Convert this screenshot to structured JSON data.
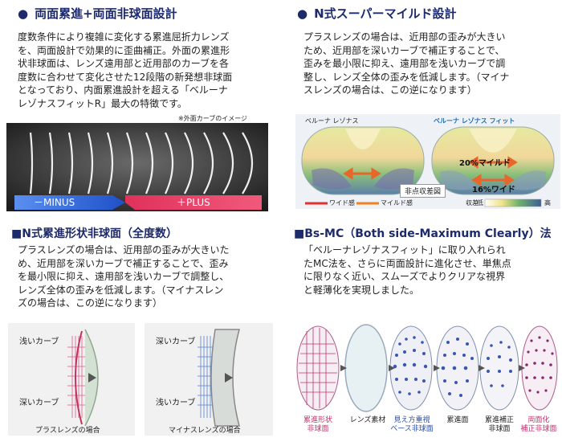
{
  "left_top": {
    "heading": "両面累進+両面非球面設計",
    "lines": [
      "度数条件により複雑に変化する累進屈折力レンズ",
      "を、両面設計で効果的に歪曲補正。外面の累進形",
      "状非球面は、レンズ遠用部と近用部のカーブを各",
      "度数に合わせて変化させた12段階の新発想非球面",
      "となっており、内面累進設計を超える「ベルーナ",
      "レゾナスフィットR」最大の特徴です。"
    ],
    "image_note": "※外面カーブのイメージ",
    "minus_label": "－MINUS",
    "plus_label": "＋PLUS"
  },
  "right_top": {
    "heading": "N式スーパーマイルド設計",
    "lines": [
      "プラスレンズの場合は、近用部の歪みが大きい",
      "ため、近用部を深いカーブで補正することで、",
      "歪みを最小限に抑え、遠用部を浅いカーブで調",
      "整し、レンズ全体の歪みを低減します。（マイナ",
      "スレンズの場合は、この逆になります）"
    ],
    "map_left_title": "ベルーナ レゾナス",
    "map_right_title": "ベルーナ レゾナス フィット",
    "label_20": "20%マイルド",
    "label_16": "16%ワイド",
    "center_caption": "非点収差図",
    "legend_wide": "ワイド感",
    "legend_mild": "マイルド感",
    "legend_low": "収差",
    "legend_small": "低",
    "legend_high": "高"
  },
  "left_bottom": {
    "heading": "■N式累進形状非球面（全度数）",
    "lines": [
      "プラスレンズの場合は、近用部の歪みが大きいた",
      "め、近用部を深いカーブで補正することで、歪み",
      "を最小限に抑え、遠用部を浅いカーブで調整し、",
      "レンズ全体の歪みを低減します。（マイナスレン",
      "ズの場合は、この逆になります）"
    ],
    "plus_shallow": "浅いカーブ",
    "plus_deep": "深いカーブ",
    "minus_deep": "深いカーブ",
    "minus_shallow": "浅いカーブ",
    "plus_caption": "プラスレンズの場合",
    "minus_caption": "マイナスレンズの場合"
  },
  "right_bottom": {
    "heading": "■Bs-MC（Both side-Maximum Clearly）法",
    "lines": [
      "「ベルーナレゾナスフィット」に取り入れられ",
      "たMC法を、さらに両面設計に進化させ、単焦点",
      "に限りなく近い、スムーズでよりクリアな視界",
      "と軽薄化を実現しました。"
    ],
    "lens_labels": [
      [
        "累進形状",
        "非球面"
      ],
      [
        "レンズ素材"
      ],
      [
        "見え方重視",
        "ベース非球面"
      ],
      [
        "累進面"
      ],
      [
        "累進補正",
        "非球面"
      ],
      [
        "両面化",
        "補正非球面"
      ]
    ]
  },
  "colors": {
    "heading": "#1d2a6b",
    "minus_bar": "#2a62d6",
    "plus_bar": "#e0315a",
    "pink": "#e0316e"
  }
}
